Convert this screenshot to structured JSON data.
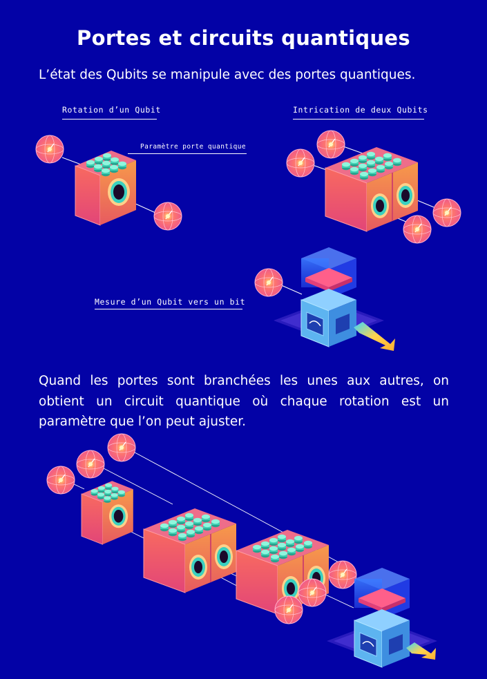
{
  "title": "Portes et circuits quantiques",
  "intro": "L’état des Qubits se manipule avec des portes quantiques.",
  "labels": {
    "rotation": "Rotation d’un Qubit",
    "intrication": "Intrication de deux Qubits",
    "parametre": "Paramètre porte quantique",
    "mesure": "Mesure d’un Qubit vers un bit"
  },
  "paragraph": "Quand les portes sont branchées les unes aux autres, on obtient un circuit quantique où chaque rotation est un paramètre que l’on peut ajuster.",
  "colors": {
    "background": "#0302a6",
    "qubit": "#f05a78",
    "gate_front": "#f2566c",
    "gate_side": "#c83a6e",
    "knob": "#5fe8c8",
    "measure_box": "#49a8e8",
    "arrow_beam": "#ffd34e"
  }
}
